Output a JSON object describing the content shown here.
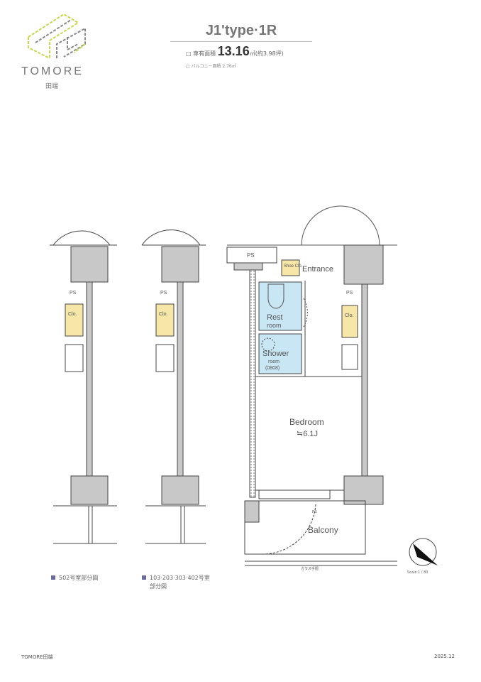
{
  "logo": {
    "brand": "TOMORE",
    "sub": "田端"
  },
  "header": {
    "title": "J1'type·1R",
    "area_label": "専有面積",
    "area_value": "13.16",
    "area_unit": "㎡(約3.98坪)",
    "balcony_area": "バルコニー面積 2.76㎡"
  },
  "plan": {
    "ps": "PS",
    "storage": "Shoe Clo.",
    "entrance": "Entrance",
    "rest_room_1": "Rest",
    "rest_room_2": "room",
    "shower_1": "Shower",
    "shower_2": "room",
    "shower_3": "(0808)",
    "bedroom": "Bedroom",
    "bedroom_size": "≒6.1J",
    "balcony": "Balcony",
    "clo": "Clo.",
    "ps_balcony": "PS",
    "railing": "ガラス手摺"
  },
  "legend": [
    {
      "label": "502号室部分図"
    },
    {
      "label": "103·203·303·402号室",
      "label2": "部分図"
    }
  ],
  "scale": "Scale 1 / 80",
  "footer": {
    "left": "TOMORE田端",
    "right": "2025.12"
  },
  "colors": {
    "clo": "#f6e6a8",
    "bath": "#c9e6f5",
    "wall": "#c8c8c8",
    "logo_accent": "#c8d84a"
  }
}
